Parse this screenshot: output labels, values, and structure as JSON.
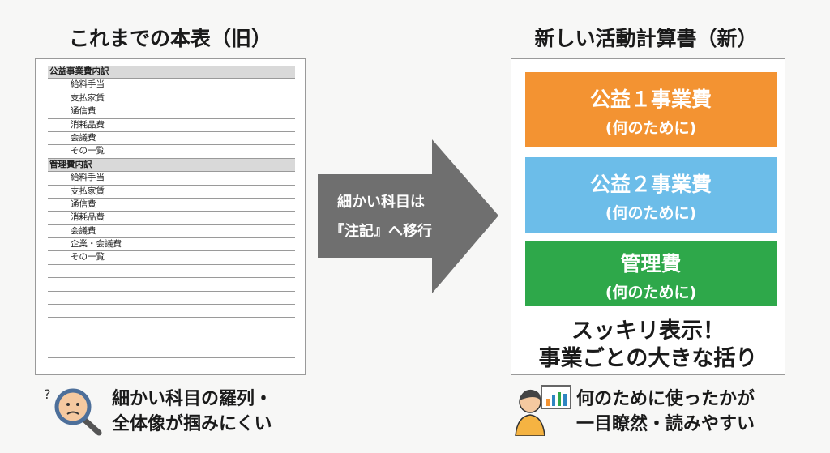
{
  "old": {
    "title": "これまでの本表（旧）",
    "sections": [
      {
        "header": "公益事業費内訳",
        "items": [
          "給料手当",
          "支払家賃",
          "通信費",
          "消耗品費",
          "会議費",
          "その一覧"
        ]
      },
      {
        "header": "管理費内訳",
        "items": [
          "給料手当",
          "支払家賃",
          "通信費",
          "消耗品費",
          "会議費",
          "企業・会議費",
          "その一覧"
        ]
      }
    ],
    "caption": [
      "細かい科目の羅列・",
      "全体像が掴みにくい"
    ]
  },
  "arrow": {
    "lines": [
      "細かい科目は",
      "『注記』へ移行"
    ]
  },
  "new": {
    "title": "新しい活動計算書（新）",
    "categories": [
      {
        "name": "公益１事業費",
        "sub": "(何のために)",
        "color": "#f39332"
      },
      {
        "name": "公益２事業費",
        "sub": "(何のために)",
        "color": "#6cbde9"
      },
      {
        "name": "管理費",
        "sub": "(何のために)",
        "color": "#2ea84a"
      }
    ],
    "summary": [
      "スッキリ表示！",
      "事業ごとの大きな括り"
    ],
    "caption": [
      "何のために使ったかが",
      "一目瞭然・読みやすい"
    ]
  }
}
